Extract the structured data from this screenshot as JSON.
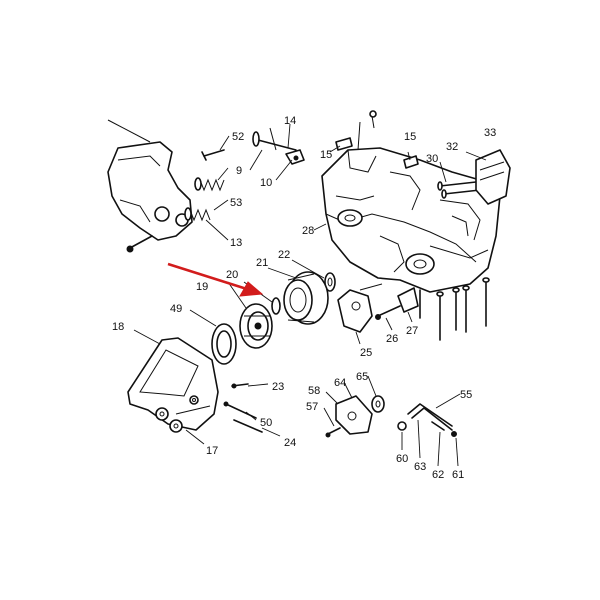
{
  "labels": {
    "p9": "9",
    "p10": "10",
    "p13": "13",
    "p14": "14",
    "p15a": "15",
    "p15b": "15",
    "p17": "17",
    "p18": "18",
    "p19": "19",
    "p20": "20",
    "p21": "21",
    "p22": "22",
    "p23": "23",
    "p24": "24",
    "p25": "25",
    "p26": "26",
    "p27": "27",
    "p28": "28",
    "p30": "30",
    "p32": "32",
    "p33": "33",
    "p49": "49",
    "p50": "50",
    "p52": "52",
    "p53": "53",
    "p55": "55",
    "p57": "57",
    "p58": "58",
    "p60": "60",
    "p61": "61",
    "p62": "62",
    "p63": "63",
    "p64": "64",
    "p65": "65"
  },
  "colors": {
    "line": "#111111",
    "background": "#ffffff",
    "arrow": "#d21c1c"
  }
}
